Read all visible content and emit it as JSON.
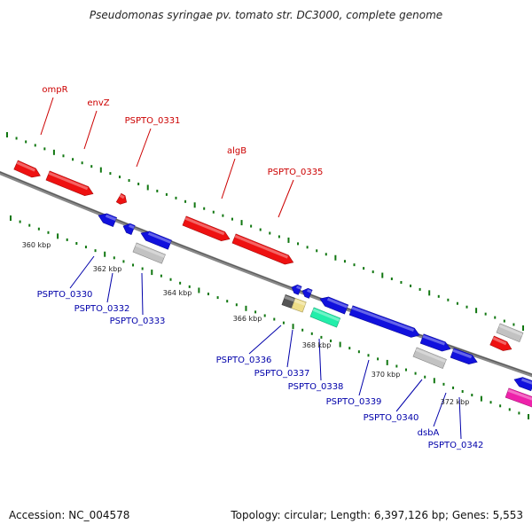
{
  "title": "Pseudomonas syringae pv. tomato str. DC3000, complete genome",
  "footer": {
    "accession": "Accession: NC_004578",
    "summary": "Topology: circular; Length: 6,397,126 bp; Genes: 5,553"
  },
  "colors": {
    "forward_label": "#cc0000",
    "reverse_label": "#0000aa",
    "forward_gene": "#ee1111",
    "reverse_gene": "#1111dd",
    "grey_gene": "#c2c2c2",
    "teal_gene": "#22eeaa",
    "pink_gene": "#ee22aa",
    "yellow_gene": "#eedd88",
    "dark_gene": "#555555",
    "backbone": "#888888",
    "tick": "#117711"
  },
  "tick_labels": [
    "360 kbp",
    "362 kbp",
    "364 kbp",
    "366 kbp",
    "368 kbp",
    "370 kbp",
    "372 kbp"
  ],
  "forward_labels": [
    "ompR",
    "envZ",
    "PSPTO_0331",
    "algB",
    "PSPTO_0335"
  ],
  "reverse_labels": [
    "PSPTO_0330",
    "PSPTO_0332",
    "PSPTO_0333",
    "PSPTO_0336",
    "PSPTO_0337",
    "PSPTO_0338",
    "PSPTO_0339",
    "PSPTO_0340",
    "dsbA",
    "PSPTO_0342"
  ]
}
